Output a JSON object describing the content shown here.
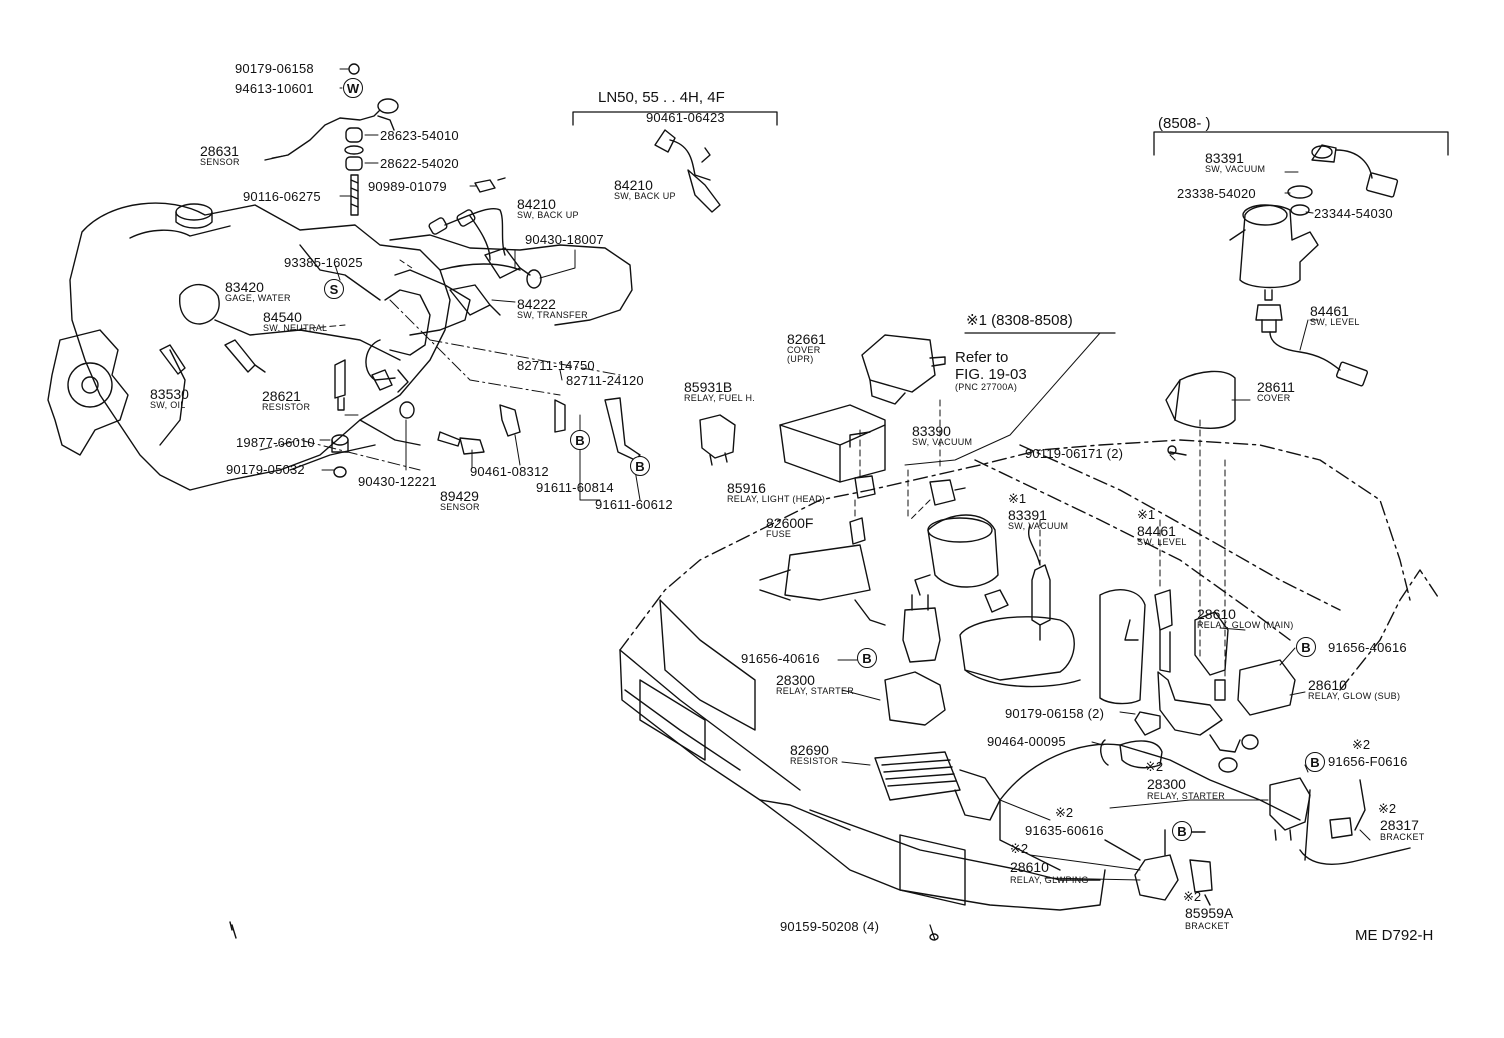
{
  "diagram_id": "ME D792-H",
  "groups": {
    "ln50": "LN50, 55 . . 4H, 4F",
    "date8508": "(8508-          )",
    "note1": "※1 (8308-8508)"
  },
  "refer": {
    "line1": "Refer to",
    "line2": "FIG. 19-03",
    "line3": "(PNC 27700A)"
  },
  "markers": {
    "B": "B",
    "S": "S",
    "W": "W",
    "star1": "※1",
    "star2": "※2"
  },
  "parts": [
    {
      "id": "p1",
      "no": "90179-06158",
      "desc": ""
    },
    {
      "id": "p2",
      "no": "94613-10601",
      "desc": ""
    },
    {
      "id": "p3",
      "no": "28631",
      "desc": "SENSOR"
    },
    {
      "id": "p4",
      "no": "28623-54010",
      "desc": ""
    },
    {
      "id": "p5",
      "no": "28622-54020",
      "desc": ""
    },
    {
      "id": "p6",
      "no": "90116-06275",
      "desc": ""
    },
    {
      "id": "p7",
      "no": "90989-01079",
      "desc": ""
    },
    {
      "id": "p8",
      "no": "93385-16025",
      "desc": ""
    },
    {
      "id": "p9",
      "no": "83420",
      "desc": "GAGE, WATER"
    },
    {
      "id": "p10",
      "no": "84540",
      "desc": "SW, NEUTRAL"
    },
    {
      "id": "p11",
      "no": "83530",
      "desc": "SW, OIL"
    },
    {
      "id": "p12",
      "no": "28621",
      "desc": "RESISTOR"
    },
    {
      "id": "p13",
      "no": "19877-66010",
      "desc": ""
    },
    {
      "id": "p14",
      "no": "90179-05032",
      "desc": ""
    },
    {
      "id": "p15",
      "no": "90430-12221",
      "desc": ""
    },
    {
      "id": "p16",
      "no": "89429",
      "desc": "SENSOR"
    },
    {
      "id": "p17",
      "no": "90461-08312",
      "desc": ""
    },
    {
      "id": "p18",
      "no": "91611-60814",
      "desc": ""
    },
    {
      "id": "p19",
      "no": "91611-60612",
      "desc": ""
    },
    {
      "id": "p20",
      "no": "82711-14750",
      "desc": ""
    },
    {
      "id": "p21",
      "no": "82711-24120",
      "desc": ""
    },
    {
      "id": "p22",
      "no": "84222",
      "desc": "SW, TRANSFER"
    },
    {
      "id": "p23",
      "no": "90430-18007",
      "desc": ""
    },
    {
      "id": "p24",
      "no": "84210",
      "desc": "SW, BACK UP"
    },
    {
      "id": "p25",
      "no": "90461-06423",
      "desc": ""
    },
    {
      "id": "p26",
      "no": "84210",
      "desc": "SW, BACK UP"
    },
    {
      "id": "p27",
      "no": "85931B",
      "desc": "RELAY, FUEL H."
    },
    {
      "id": "p28",
      "no": "82661",
      "desc": "COVER"
    },
    {
      "id": "p28b",
      "no": "",
      "desc": "(UPR)"
    },
    {
      "id": "p29",
      "no": "83391",
      "desc": "SW, VACUUM"
    },
    {
      "id": "p30",
      "no": "23338-54020",
      "desc": ""
    },
    {
      "id": "p31",
      "no": "23344-54030",
      "desc": ""
    },
    {
      "id": "p32",
      "no": "84461",
      "desc": "SW, LEVEL"
    },
    {
      "id": "p33",
      "no": "28611",
      "desc": "COVER"
    },
    {
      "id": "p34",
      "no": "90119-06171 (2)",
      "desc": ""
    },
    {
      "id": "p35",
      "no": "83390",
      "desc": "SW, VACUUM"
    },
    {
      "id": "p36",
      "no": "85916",
      "desc": "RELAY, LIGHT (HEAD)"
    },
    {
      "id": "p37",
      "no": "82600F",
      "desc": "FUSE"
    },
    {
      "id": "p38",
      "no": "83391",
      "desc": "SW, VACUUM"
    },
    {
      "id": "p39",
      "no": "84461",
      "desc": "SW, LEVEL"
    },
    {
      "id": "p40",
      "no": "28610",
      "desc": "RELAY, GLOW (MAIN)"
    },
    {
      "id": "p41",
      "no": "91656-40616",
      "desc": ""
    },
    {
      "id": "p42",
      "no": "28610",
      "desc": "RELAY, GLOW (SUB)"
    },
    {
      "id": "p43",
      "no": "91656-40616",
      "desc": ""
    },
    {
      "id": "p44",
      "no": "28300",
      "desc": "RELAY, STARTER"
    },
    {
      "id": "p45",
      "no": "90179-06158 (2)",
      "desc": ""
    },
    {
      "id": "p46",
      "no": "90464-00095",
      "desc": ""
    },
    {
      "id": "p47",
      "no": "82690",
      "desc": "RESISTOR"
    },
    {
      "id": "p48",
      "no": "91656-F0616",
      "desc": ""
    },
    {
      "id": "p49",
      "no": "28300",
      "desc": "RELAY, STARTER"
    },
    {
      "id": "p50",
      "no": "28317",
      "desc": "BRACKET"
    },
    {
      "id": "p51",
      "no": "91635-60616",
      "desc": ""
    },
    {
      "id": "p52",
      "no": "28610",
      "desc": "RELAY, GLWPING"
    },
    {
      "id": "p53",
      "no": "85959A",
      "desc": "BRACKET"
    },
    {
      "id": "p54",
      "no": "90159-50208 (4)",
      "desc": ""
    }
  ]
}
